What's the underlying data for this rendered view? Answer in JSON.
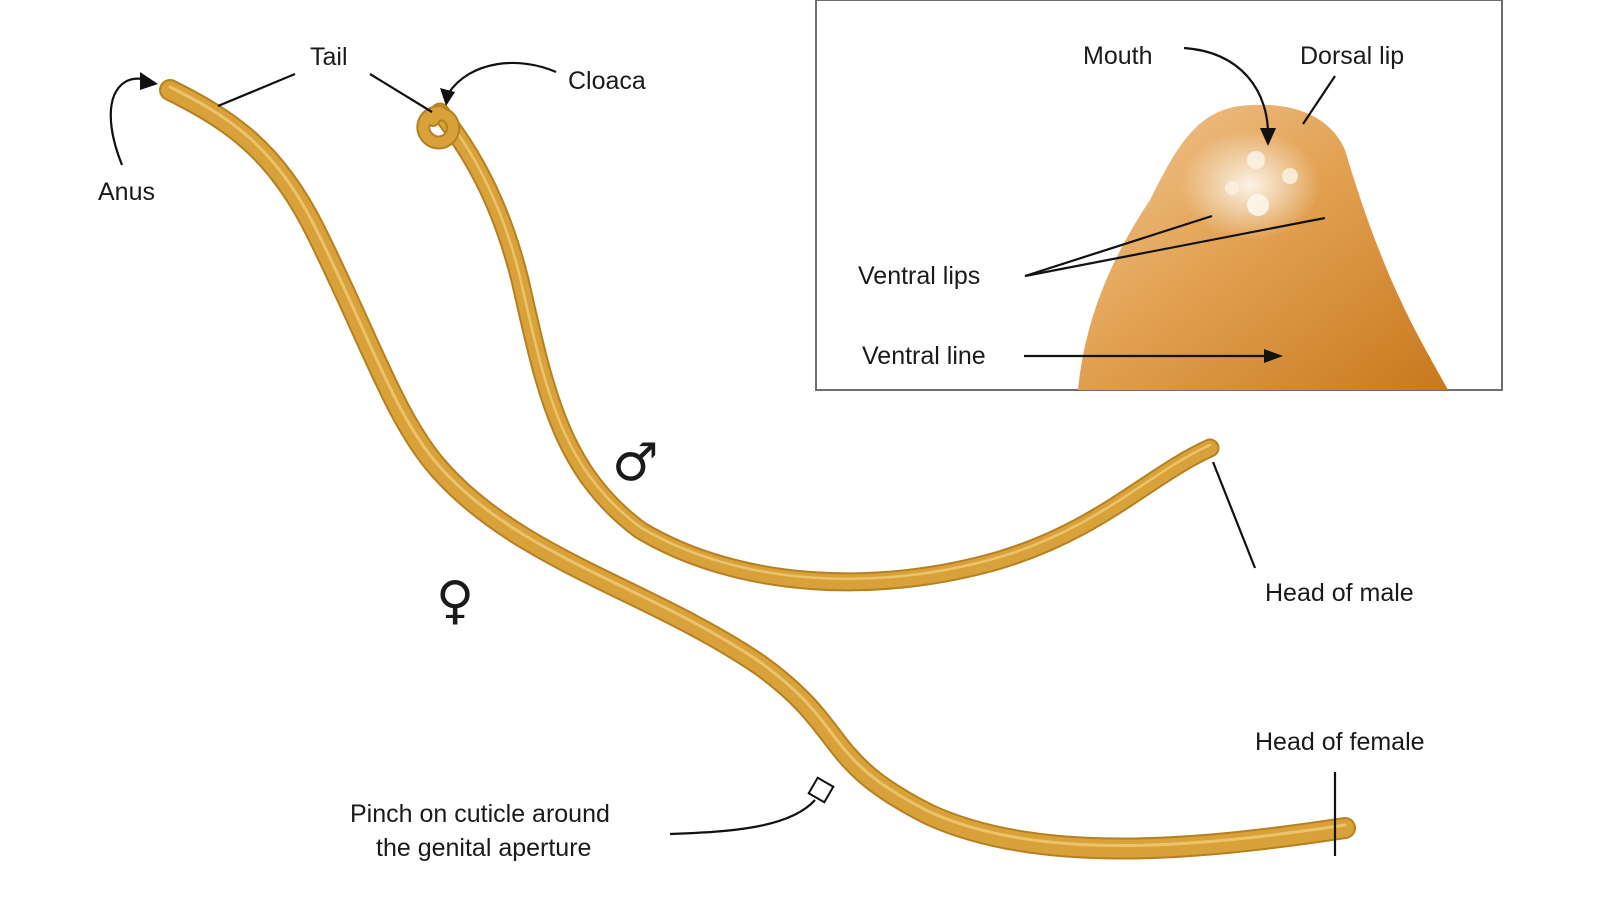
{
  "figure": {
    "labels": {
      "tail": "Tail",
      "cloaca": "Cloaca",
      "anus": "Anus",
      "male_symbol": "♂",
      "female_symbol": "♀",
      "head_of_male": "Head of male",
      "head_of_female": "Head of female",
      "pinch_line1": "Pinch on cuticle around",
      "pinch_line2": "the genital aperture"
    },
    "inset": {
      "mouth": "Mouth",
      "dorsal_lip": "Dorsal lip",
      "ventral_lips": "Ventral lips",
      "ventral_line": "Ventral line"
    },
    "colors": {
      "worm_body": "#d9a13a",
      "worm_edge": "#b5801f",
      "worm_highlight": "#f0cc78",
      "head_inset": "#e2a253",
      "background": "#ffffff",
      "label_text": "#1a1a1a"
    }
  }
}
